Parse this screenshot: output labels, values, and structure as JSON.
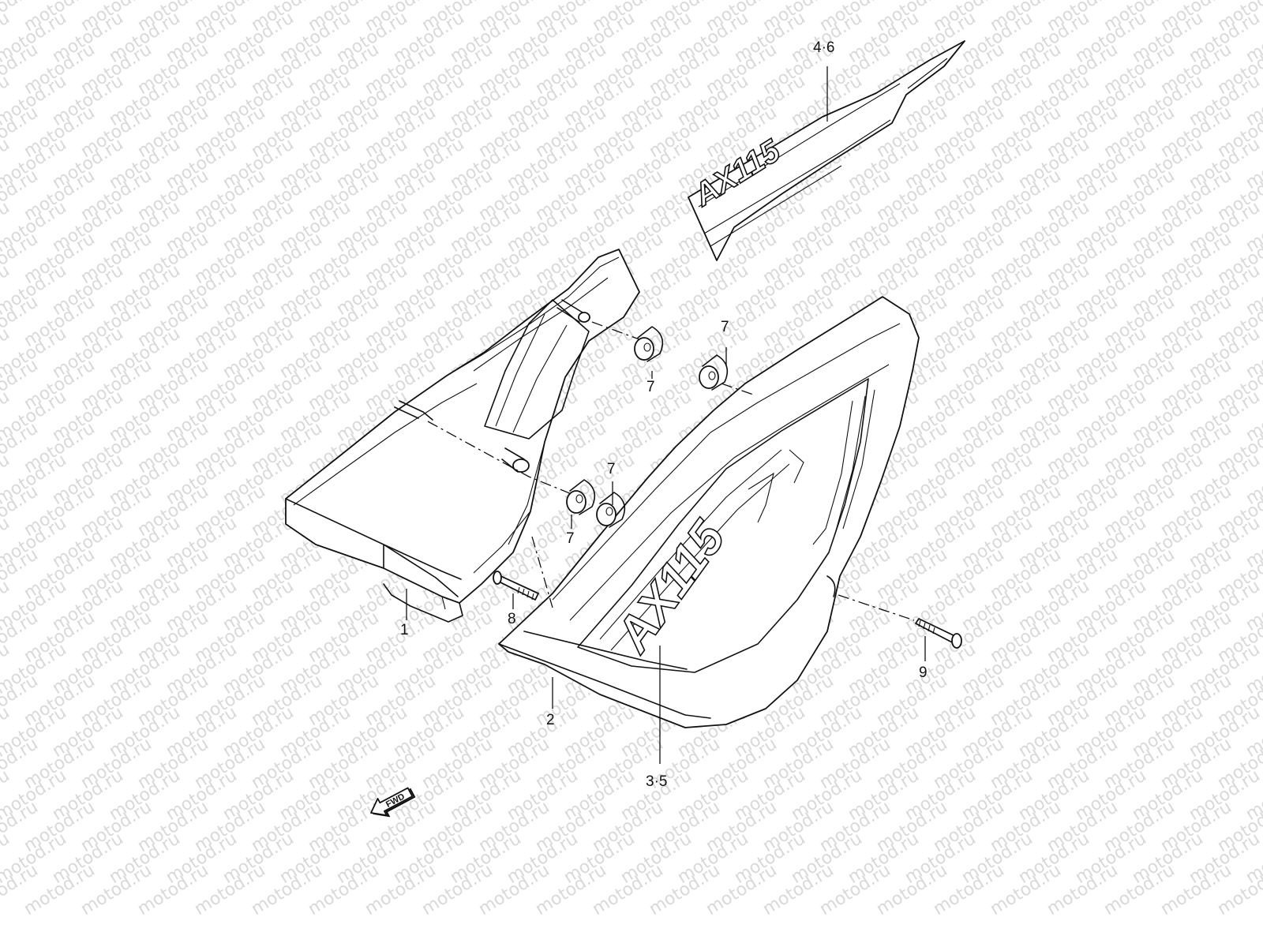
{
  "watermark": {
    "text": "motod.ru"
  },
  "callouts": {
    "c1": "1",
    "c2": "2",
    "c35": "3·5",
    "c46": "4·6",
    "c7a": "7",
    "c7b": "7",
    "c7c": "7",
    "c7d": "7",
    "c8": "8",
    "c9": "9"
  },
  "decal_text": {
    "upper": "AX115",
    "lower": "AX115"
  },
  "direction_badge": {
    "label": "FWD"
  },
  "colors": {
    "line": "#111111",
    "watermark": "#d9d9d9",
    "background": "#ffffff"
  }
}
